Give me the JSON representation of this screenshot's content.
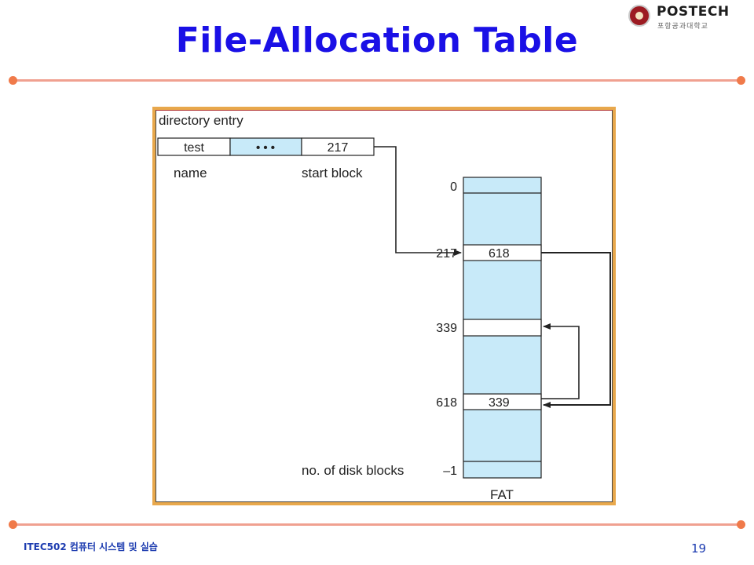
{
  "slide": {
    "title": "File-Allocation Table",
    "footer_left": "ITEC502 컴퓨터 시스템 및 실습",
    "page_number": "19"
  },
  "logo": {
    "name": "POSTECH",
    "subtitle": "포항공과대학교"
  },
  "diagram": {
    "directory_label": "directory entry",
    "entry_cells": [
      "test",
      "• • •",
      "217"
    ],
    "name_label": "name",
    "start_block_label": "start block",
    "fat_label": "FAT",
    "disk_blocks_label": "no. of disk blocks",
    "row_labels": [
      {
        "index": "0"
      },
      {
        "index": "217",
        "value": "618"
      },
      {
        "index": "339",
        "value": ""
      },
      {
        "index": "618",
        "value": "339"
      },
      {
        "index": "–1"
      }
    ],
    "colors": {
      "cell_fill": "#c8eaf9",
      "highlight_fill": "#ffffff",
      "stroke": "#222222",
      "title": "#1a10e6",
      "frame": "#e8a84c"
    }
  }
}
